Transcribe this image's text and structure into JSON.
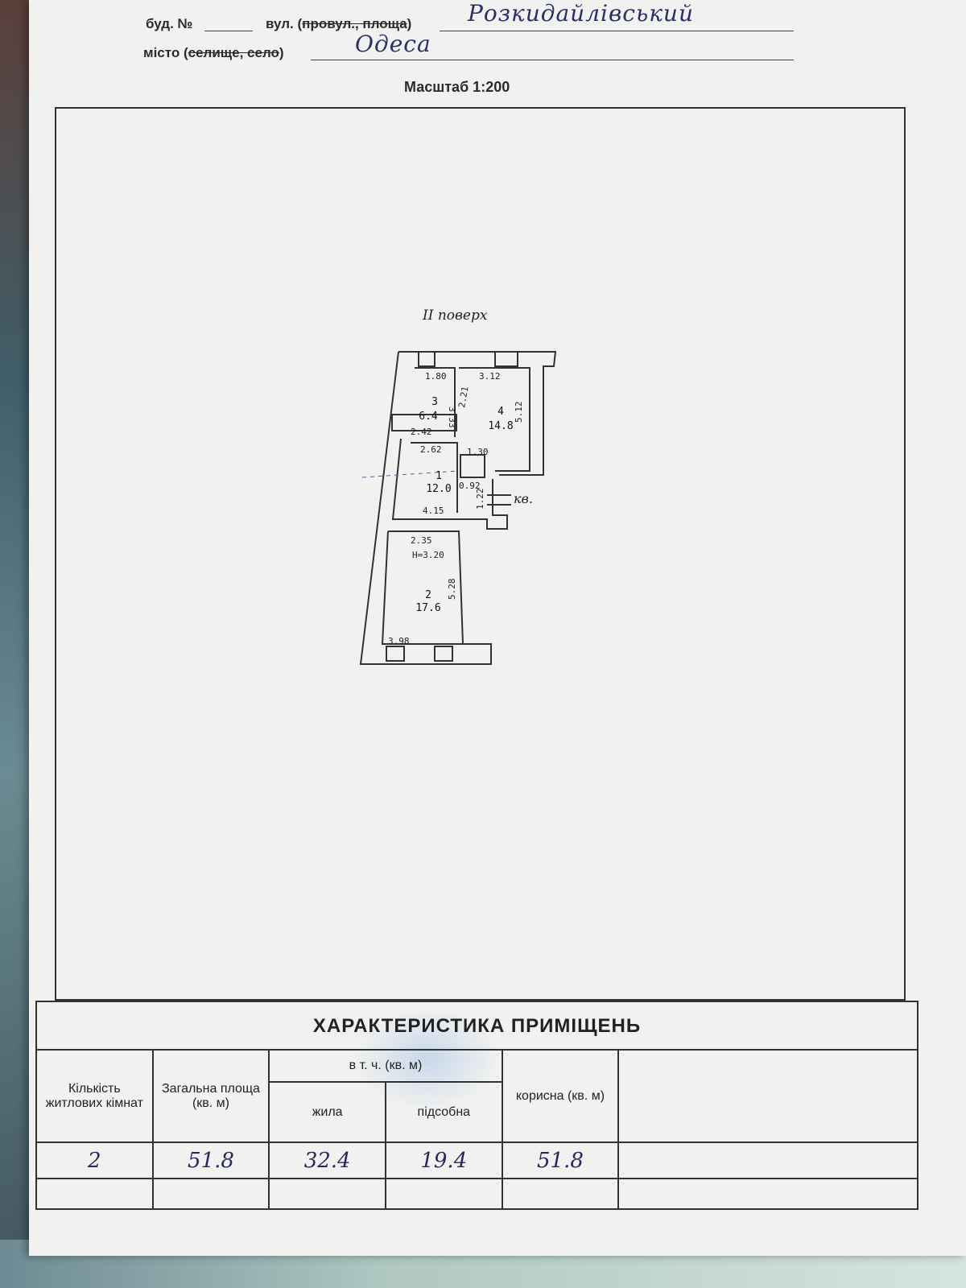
{
  "header": {
    "building_label": "буд. №",
    "street_label_prefix": "вул. (",
    "street_label_struck": "провул., площа",
    "street_label_suffix": ")",
    "street_value": "Розкидайлівський",
    "city_label_prefix": "місто (",
    "city_label_struck": "селище, село",
    "city_label_suffix": ")",
    "city_value": "Одеса",
    "scale": "Масштаб 1:200"
  },
  "plan": {
    "floor_label": "II поверх",
    "apartment_marker": "кв.",
    "rooms": [
      {
        "number": "1",
        "area": "12.0"
      },
      {
        "number": "2",
        "area": "17.6"
      },
      {
        "number": "3",
        "area": "6.4"
      },
      {
        "number": "4",
        "area": "14.8"
      }
    ],
    "dimensions": {
      "d1": "1.80",
      "d2": "3.12",
      "d3": "3.33",
      "d4": "2.21",
      "d5": "5.12",
      "d6": "2.42",
      "d7": "2.62",
      "d8": "1.30",
      "d9": "0.92",
      "d10": "4.15",
      "d11": "2.35",
      "d12": "5.28",
      "d13": "3.98",
      "d14": "1.22",
      "height": "H=3.20"
    }
  },
  "table": {
    "title": "ХАРАКТЕРИСТИКА ПРИМІЩЕНЬ",
    "headers": {
      "rooms_count": "Кількість житлових кімнат",
      "total_area": "Загальна площа (кв. м)",
      "including": "в т. ч. (кв. м)",
      "living": "жила",
      "auxiliary": "підсобна",
      "useful": "корисна (кв. м)"
    },
    "rows": [
      {
        "rooms": "2",
        "total": "51.8",
        "living": "32.4",
        "auxiliary": "19.4",
        "useful": "51.8"
      }
    ]
  }
}
